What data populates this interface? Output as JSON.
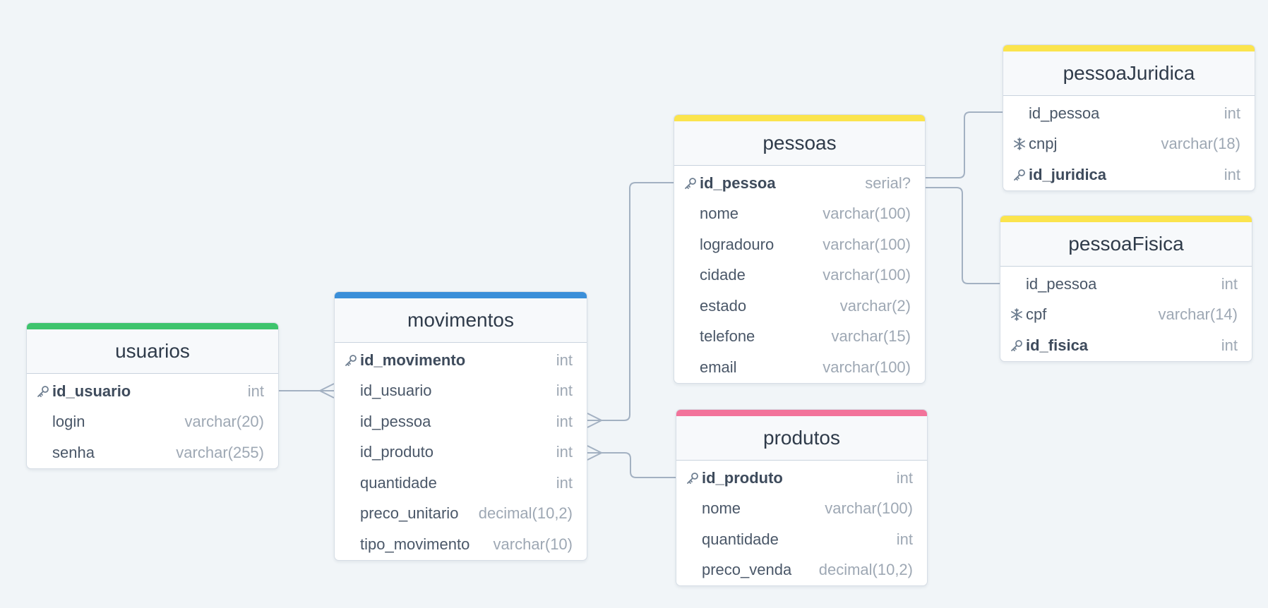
{
  "colors": {
    "background": "#f1f5f8",
    "connector": "#a3b1c2",
    "accent_green": "#3ec46d",
    "accent_blue": "#3b8fd9",
    "accent_yellow": "#fbe44d",
    "accent_pink": "#f2739a"
  },
  "tables": {
    "usuarios": {
      "name": "usuarios",
      "accent": "#3ec46d",
      "fields": [
        {
          "name": "id_usuario",
          "type": "int",
          "icon": "key-icon",
          "pk": true
        },
        {
          "name": "login",
          "type": "varchar(20)",
          "icon": "",
          "pk": false
        },
        {
          "name": "senha",
          "type": "varchar(255)",
          "icon": "",
          "pk": false
        }
      ]
    },
    "movimentos": {
      "name": "movimentos",
      "accent": "#3b8fd9",
      "fields": [
        {
          "name": "id_movimento",
          "type": "int",
          "icon": "key-icon",
          "pk": true
        },
        {
          "name": "id_usuario",
          "type": "int",
          "icon": "",
          "pk": false
        },
        {
          "name": "id_pessoa",
          "type": "int",
          "icon": "",
          "pk": false
        },
        {
          "name": "id_produto",
          "type": "int",
          "icon": "",
          "pk": false
        },
        {
          "name": "quantidade",
          "type": "int",
          "icon": "",
          "pk": false
        },
        {
          "name": "preco_unitario",
          "type": "decimal(10,2)",
          "icon": "",
          "pk": false
        },
        {
          "name": "tipo_movimento",
          "type": "varchar(10)",
          "icon": "",
          "pk": false
        }
      ]
    },
    "pessoas": {
      "name": "pessoas",
      "accent": "#fbe44d",
      "fields": [
        {
          "name": "id_pessoa",
          "type": "serial?",
          "icon": "key-icon",
          "pk": true
        },
        {
          "name": "nome",
          "type": "varchar(100)",
          "icon": "",
          "pk": false
        },
        {
          "name": "logradouro",
          "type": "varchar(100)",
          "icon": "",
          "pk": false
        },
        {
          "name": "cidade",
          "type": "varchar(100)",
          "icon": "",
          "pk": false
        },
        {
          "name": "estado",
          "type": "varchar(2)",
          "icon": "",
          "pk": false
        },
        {
          "name": "telefone",
          "type": "varchar(15)",
          "icon": "",
          "pk": false
        },
        {
          "name": "email",
          "type": "varchar(100)",
          "icon": "",
          "pk": false
        }
      ]
    },
    "produtos": {
      "name": "produtos",
      "accent": "#f2739a",
      "fields": [
        {
          "name": "id_produto",
          "type": "int",
          "icon": "key-icon",
          "pk": true
        },
        {
          "name": "nome",
          "type": "varchar(100)",
          "icon": "",
          "pk": false
        },
        {
          "name": "quantidade",
          "type": "int",
          "icon": "",
          "pk": false
        },
        {
          "name": "preco_venda",
          "type": "decimal(10,2)",
          "icon": "",
          "pk": false
        }
      ]
    },
    "pessoaJuridica": {
      "name": "pessoaJuridica",
      "accent": "#fbe44d",
      "fields": [
        {
          "name": "id_pessoa",
          "type": "int",
          "icon": "",
          "pk": false
        },
        {
          "name": "cnpj",
          "type": "varchar(18)",
          "icon": "snowflake-icon",
          "pk": false
        },
        {
          "name": "id_juridica",
          "type": "int",
          "icon": "key-icon",
          "pk": true
        }
      ]
    },
    "pessoaFisica": {
      "name": "pessoaFisica",
      "accent": "#fbe44d",
      "fields": [
        {
          "name": "id_pessoa",
          "type": "int",
          "icon": "",
          "pk": false
        },
        {
          "name": "cpf",
          "type": "varchar(14)",
          "icon": "snowflake-icon",
          "pk": false
        },
        {
          "name": "id_fisica",
          "type": "int",
          "icon": "key-icon",
          "pk": true
        }
      ]
    }
  }
}
